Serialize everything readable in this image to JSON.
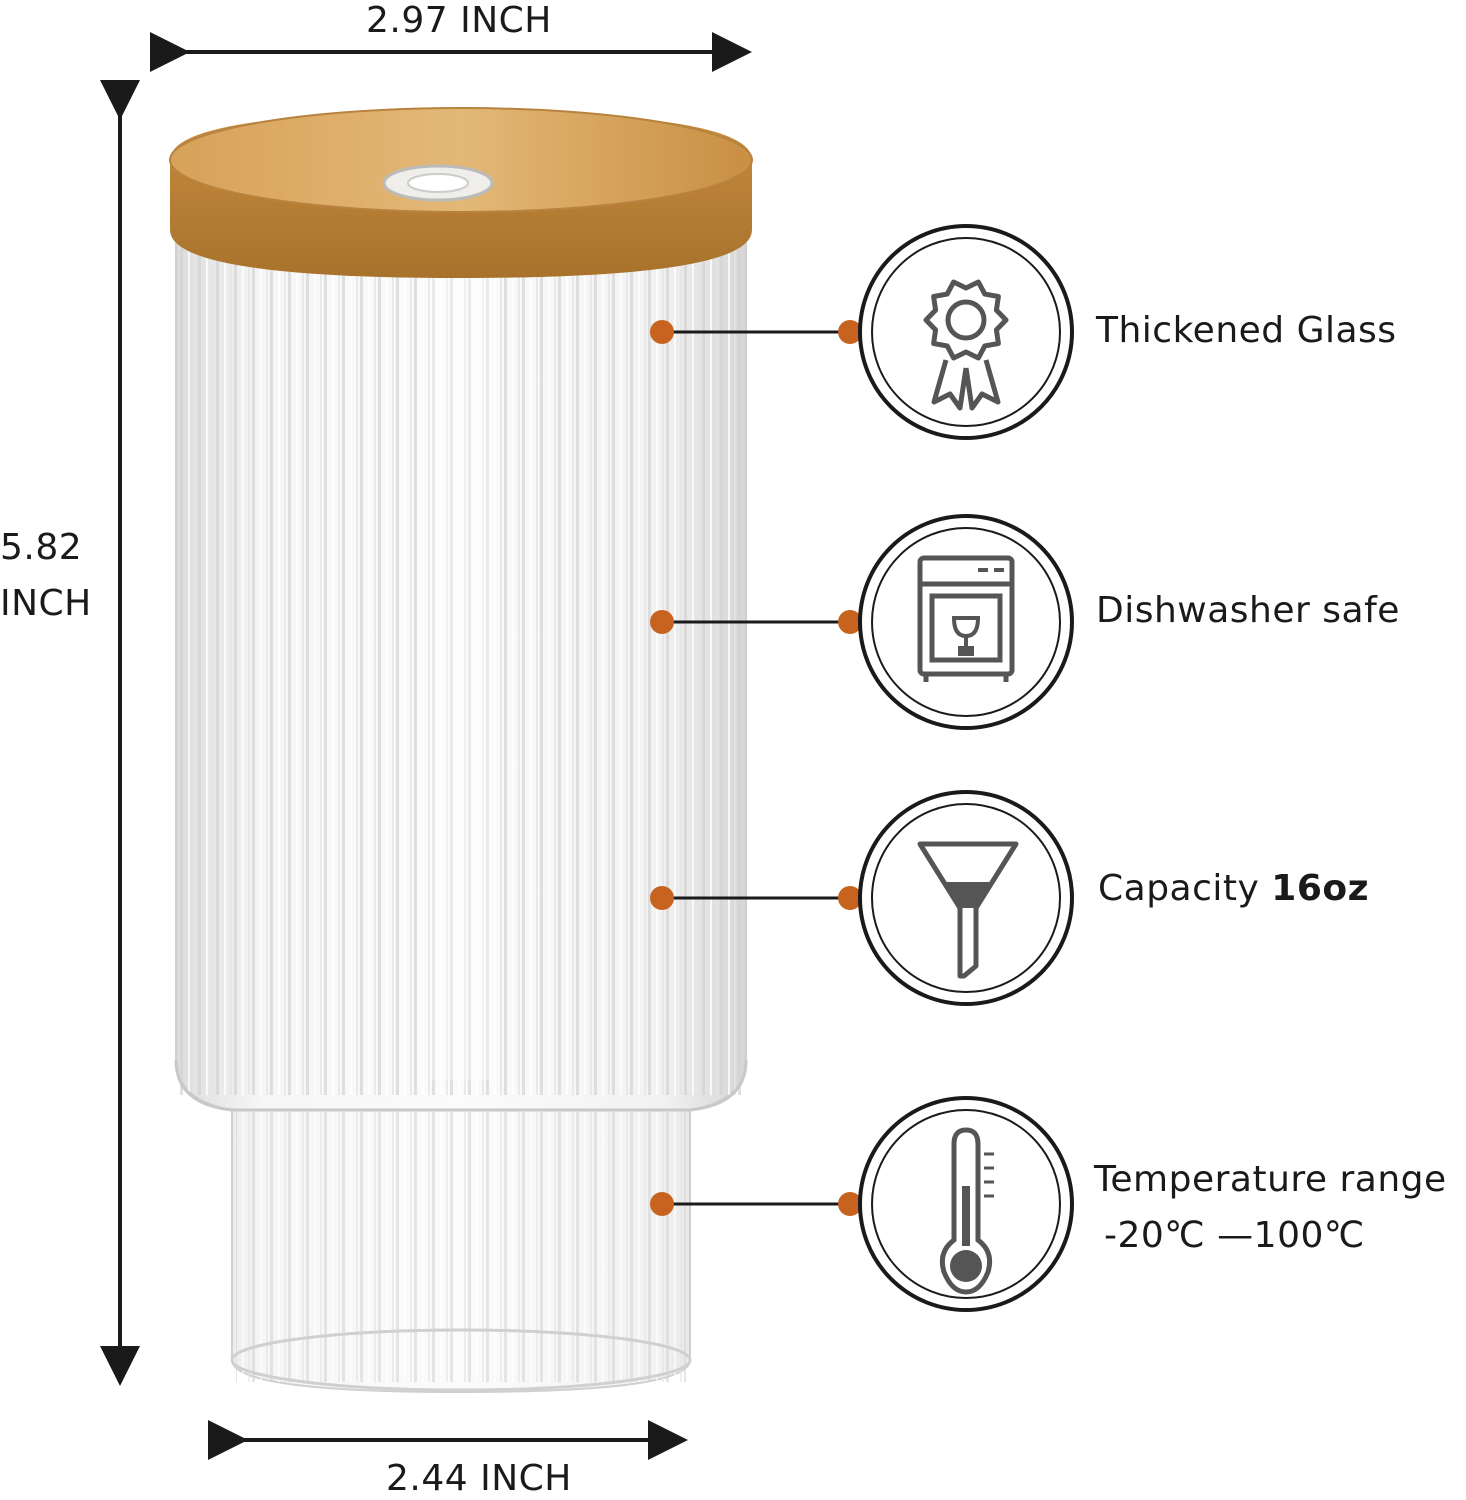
{
  "dimensions": {
    "top_width": "2.97 INCH",
    "bottom_width": "2.44 INCH",
    "height_value": "5.82",
    "height_unit": "INCH"
  },
  "features": [
    {
      "icon": "award-badge-icon",
      "label": "Thickened Glass"
    },
    {
      "icon": "dishwasher-icon",
      "label": "Dishwasher safe"
    },
    {
      "icon": "funnel-icon",
      "label_prefix": "Capacity",
      "label_value": "16oz"
    },
    {
      "icon": "thermometer-icon",
      "label": "Temperature range",
      "range": "-20℃ —100℃"
    }
  ],
  "colors": {
    "accent_dot": "#c8621f",
    "icon_gray": "#555555",
    "wood": "#d9a55c",
    "line": "#1a1a1a"
  }
}
